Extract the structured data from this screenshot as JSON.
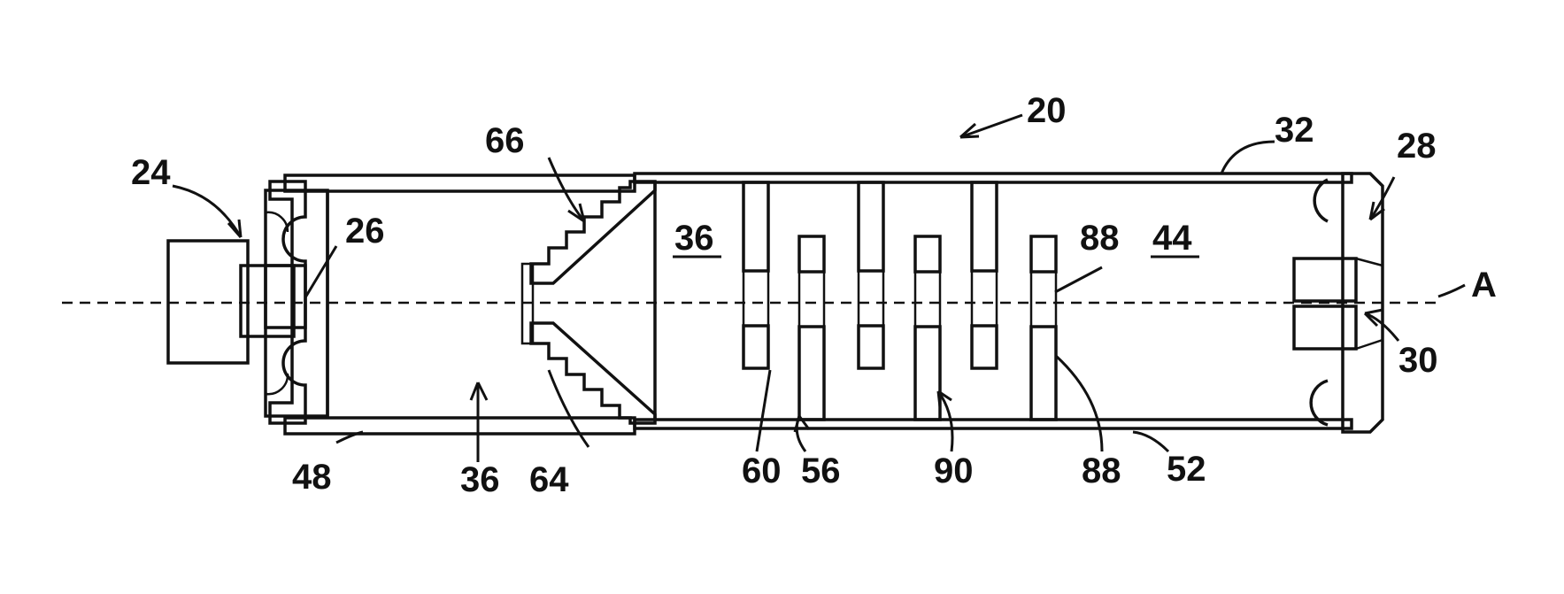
{
  "figure": {
    "labels": {
      "l20": "20",
      "l24": "24",
      "l26": "26",
      "l28": "28",
      "l30": "30",
      "l32": "32",
      "l36a": "36",
      "l36b": "36",
      "l44": "44",
      "l48": "48",
      "l52": "52",
      "l56": "56",
      "l60": "60",
      "l64": "64",
      "l66": "66",
      "l88a": "88",
      "l88b": "88",
      "l90": "90",
      "axis": "A"
    }
  }
}
